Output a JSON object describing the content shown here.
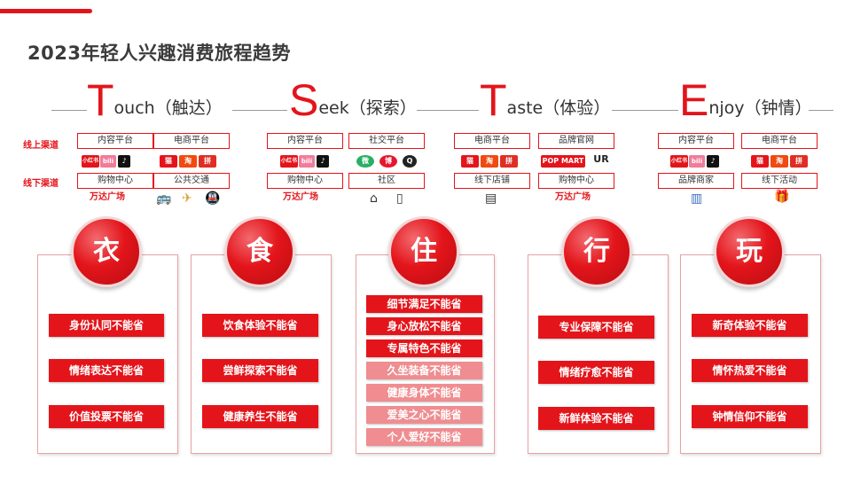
{
  "title": "2023年轻人兴趣消费旅程趋势",
  "row_labels": {
    "online": "线上渠道",
    "offline": "线下渠道"
  },
  "stages": [
    {
      "letter": "T",
      "rest": "ouch（触达）",
      "online": [
        "内容平台",
        "电商平台"
      ],
      "offline": [
        "购物中心",
        "公共交通"
      ]
    },
    {
      "letter": "S",
      "rest": "eek（探索）",
      "online": [
        "内容平台",
        "社交平台"
      ],
      "offline": [
        "购物中心",
        "社区"
      ]
    },
    {
      "letter": "T",
      "rest": "aste（体验）",
      "online": [
        "电商平台",
        "品牌官网"
      ],
      "offline": [
        "线下店铺",
        "购物中心"
      ]
    },
    {
      "letter": "E",
      "rest": "njoy（钟情）",
      "online": [
        "内容平台",
        "电商平台"
      ],
      "offline": [
        "品牌商家",
        "线下活动"
      ]
    }
  ],
  "logos": {
    "xiaohongshu": "小红书",
    "bilibili": "bili",
    "douyin": "♪",
    "tmall": "猫",
    "taobao": "淘",
    "pinduoduo": "拼",
    "wechat": "微",
    "weibo": "博",
    "qq": "Q",
    "popmart": "POP MART",
    "urban_revivo": "UR",
    "wanda": "万达广场"
  },
  "categories": [
    {
      "char": "衣",
      "items": [
        "身份认同不能省",
        "情绪表达不能省",
        "价值投票不能省"
      ]
    },
    {
      "char": "食",
      "items": [
        "饮食体验不能省",
        "尝鲜探索不能省",
        "健康养生不能省"
      ]
    },
    {
      "char": "住",
      "items": [
        "细节满足不能省",
        "身心放松不能省",
        "专属特色不能省",
        "久坐装备不能省",
        "健康身体不能省",
        "爱美之心不能省",
        "个人爱好不能省"
      ]
    },
    {
      "char": "行",
      "items": [
        "专业保障不能省",
        "情绪疗愈不能省",
        "新鲜体验不能省"
      ]
    },
    {
      "char": "玩",
      "items": [
        "新奇体验不能省",
        "情怀热爱不能省",
        "钟情信仰不能省"
      ]
    }
  ],
  "colors": {
    "accent": "#e3151b",
    "accent_light": "#ef8d90"
  }
}
